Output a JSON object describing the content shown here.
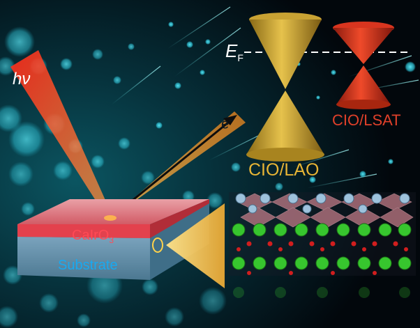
{
  "labels": {
    "photon": "hν",
    "electron_base": "e",
    "electron_sup": "−",
    "fermi_base": "E",
    "fermi_sub": "F",
    "cio_lao": "CIO/LAO",
    "cio_lsat": "CIO/LSAT",
    "cairo_base": "CaIrO",
    "cairo_sub": "3",
    "substrate": "Substrate"
  },
  "colors": {
    "background_dark": "#02070c",
    "background_teal": "#0b4d5a",
    "bokeh": "#36d6e6",
    "photon_beam": "#ff4022",
    "electron_beam": "#e0a13a",
    "cone_gold": "#c9a233",
    "cone_red": "#d8351f",
    "fermi_line": "#ffffff",
    "film_red": "#e23a45",
    "substrate_blue": "#5a8aa6",
    "atom_green": "#37c62e",
    "atom_red": "#d21e1e",
    "atom_blue": "#9ec2dc",
    "octahedra": "#c07a86"
  },
  "icons": [
    "photon-beam",
    "electron-beam",
    "dirac-cone-gold",
    "dirac-cone-red",
    "crystal-structure",
    "sample-slab",
    "zoom-beam"
  ]
}
